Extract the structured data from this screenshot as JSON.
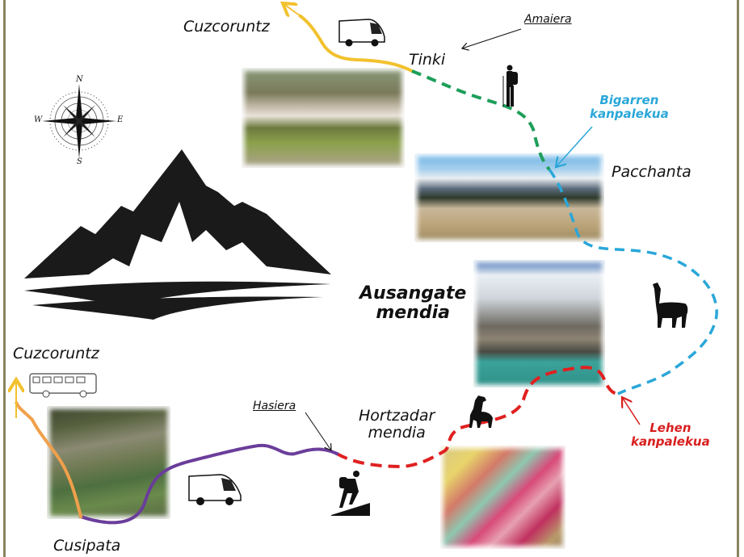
{
  "map": {
    "title_peak": "Ausangate mendia",
    "places": {
      "cuzco_top": "Cuzcoruntz",
      "tinki": "Tinki",
      "pacchanta": "Pacchanta",
      "cuzco_bottom": "Cuzcoruntz",
      "cusipata": "Cusipata",
      "hortzadar": "Hortzadar mendia",
      "ausangate_line1": "Ausangate",
      "ausangate_line2": "mendia",
      "hortzadar_line1": "Hortzadar",
      "hortzadar_line2": "mendia"
    },
    "markers": {
      "start": "Hasiera",
      "end": "Amaiera"
    },
    "camps": {
      "second_line1": "Bigarren",
      "second_line2": "kanpalekua",
      "first_line1": "Lehen",
      "first_line2": "kanpalekua"
    },
    "compass": {
      "n": "N",
      "s": "S",
      "e": "E",
      "w": "W"
    },
    "route_colors": {
      "transport_top": "#f2c12e",
      "transport_bottom_orange": "#f0a04b",
      "van_leg": "#6a3d9a",
      "trek_day1": "#e02020",
      "trek_day2": "#2aa7d8",
      "trek_day3": "#1e9e5a",
      "camp_second_label": "#2aa7d8",
      "camp_first_label": "#d81e1e"
    },
    "icons": [
      "compass-rose-icon",
      "mountain-silhouette-icon",
      "van-icon",
      "bus-icon",
      "hiker-icon",
      "climber-icon",
      "llama-icon",
      "alpaca-icon"
    ]
  }
}
